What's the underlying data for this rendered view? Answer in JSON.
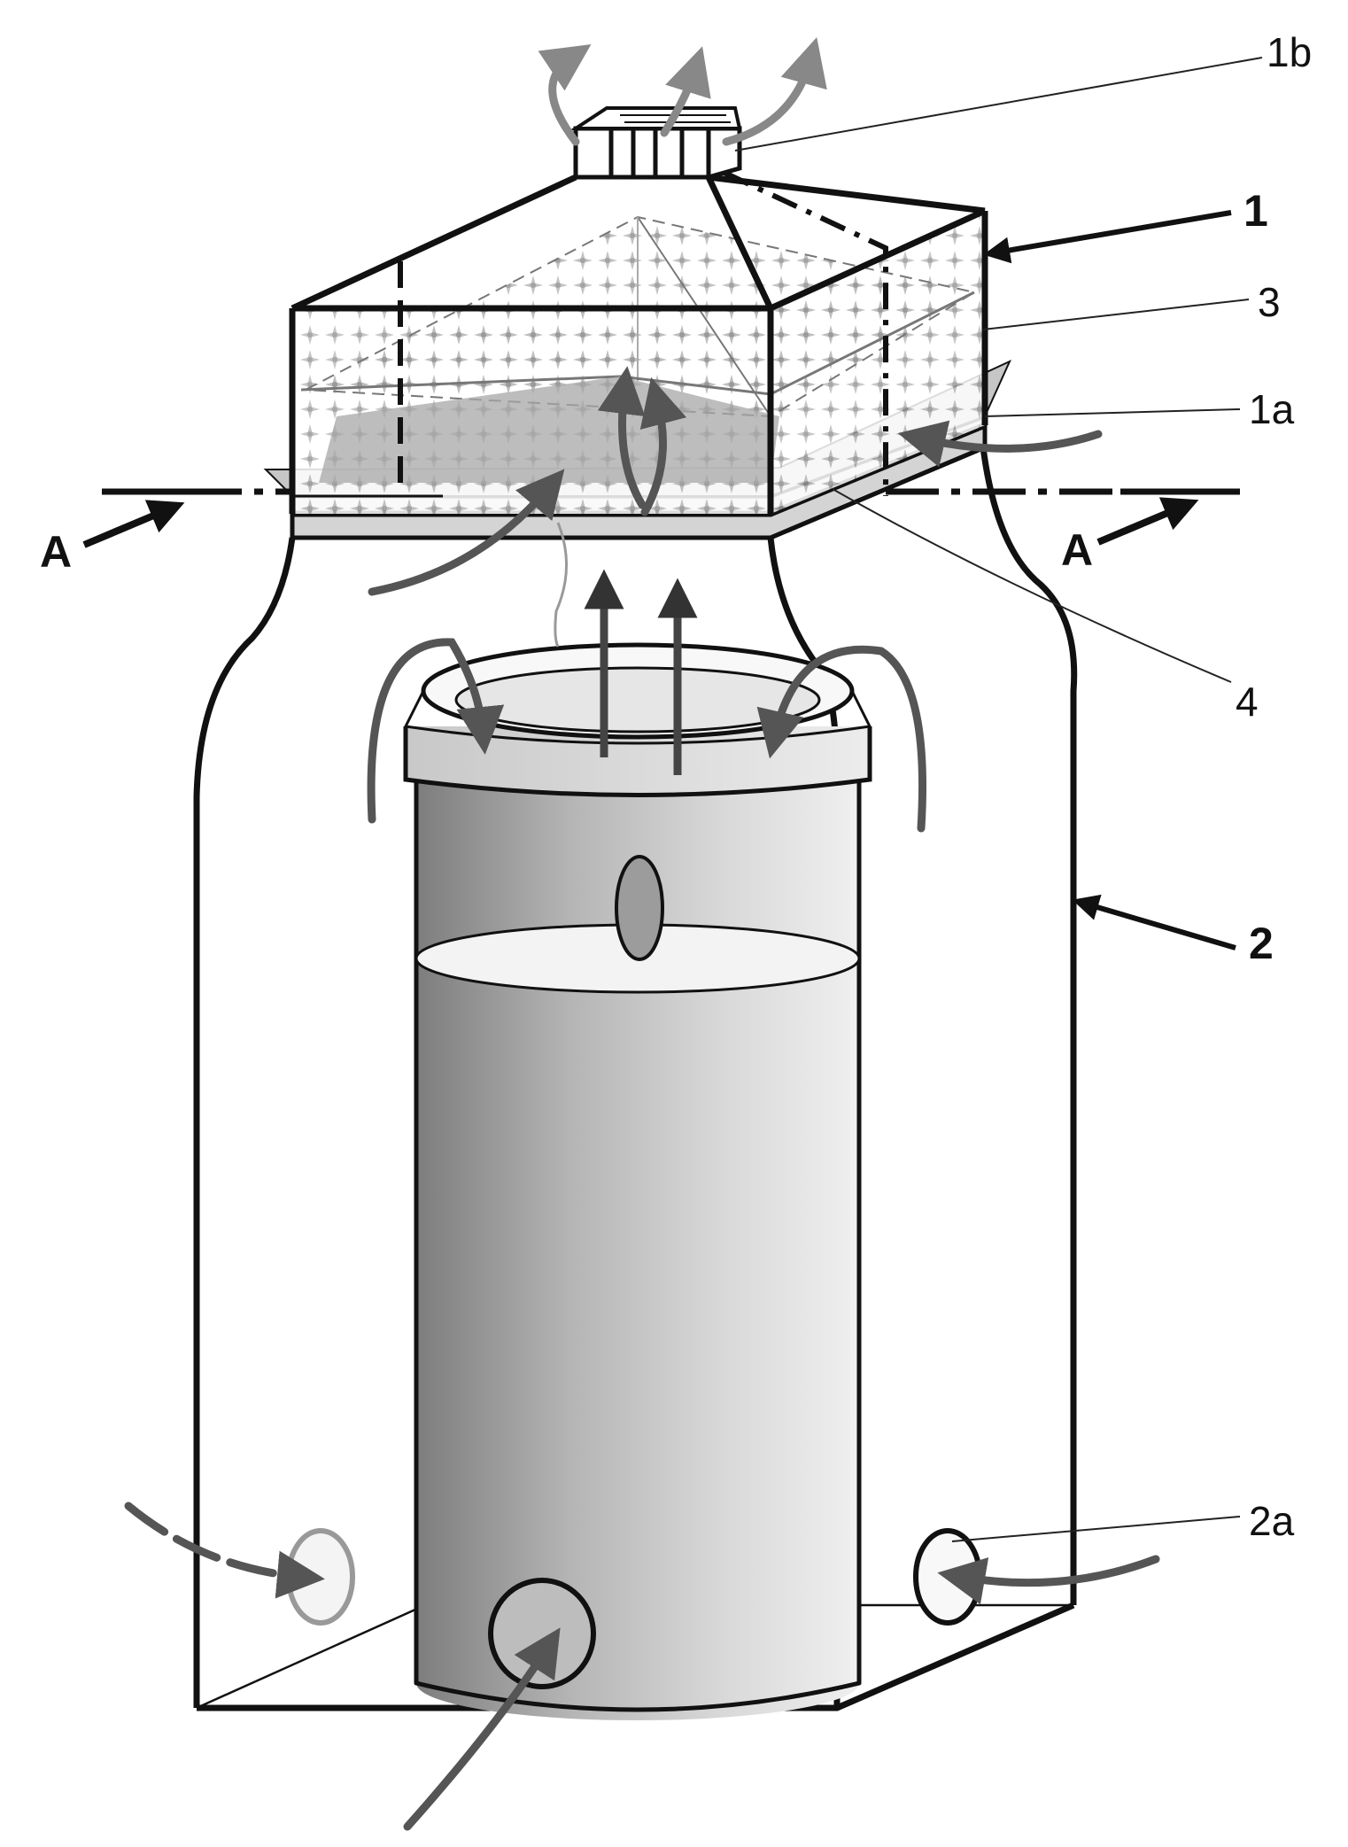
{
  "labels": {
    "outlet_cap": "1b",
    "hood": "1",
    "filter_layer": "3",
    "inlet_gap": "1a",
    "section_left": "A",
    "section_right": "A",
    "base_ring": "4",
    "enclosure": "2",
    "bottom_vent": "2a"
  },
  "colors": {
    "line": "#111111",
    "flow_arrow": "#555555",
    "flow_arrow_light": "#888888",
    "mesh": "#bdbdbd",
    "liquid_top": "#f2f2f2"
  },
  "icons": {
    "flow": "curved-arrow-icon",
    "exhaust": "upward-arrow-icon",
    "section": "section-arrow-icon"
  }
}
